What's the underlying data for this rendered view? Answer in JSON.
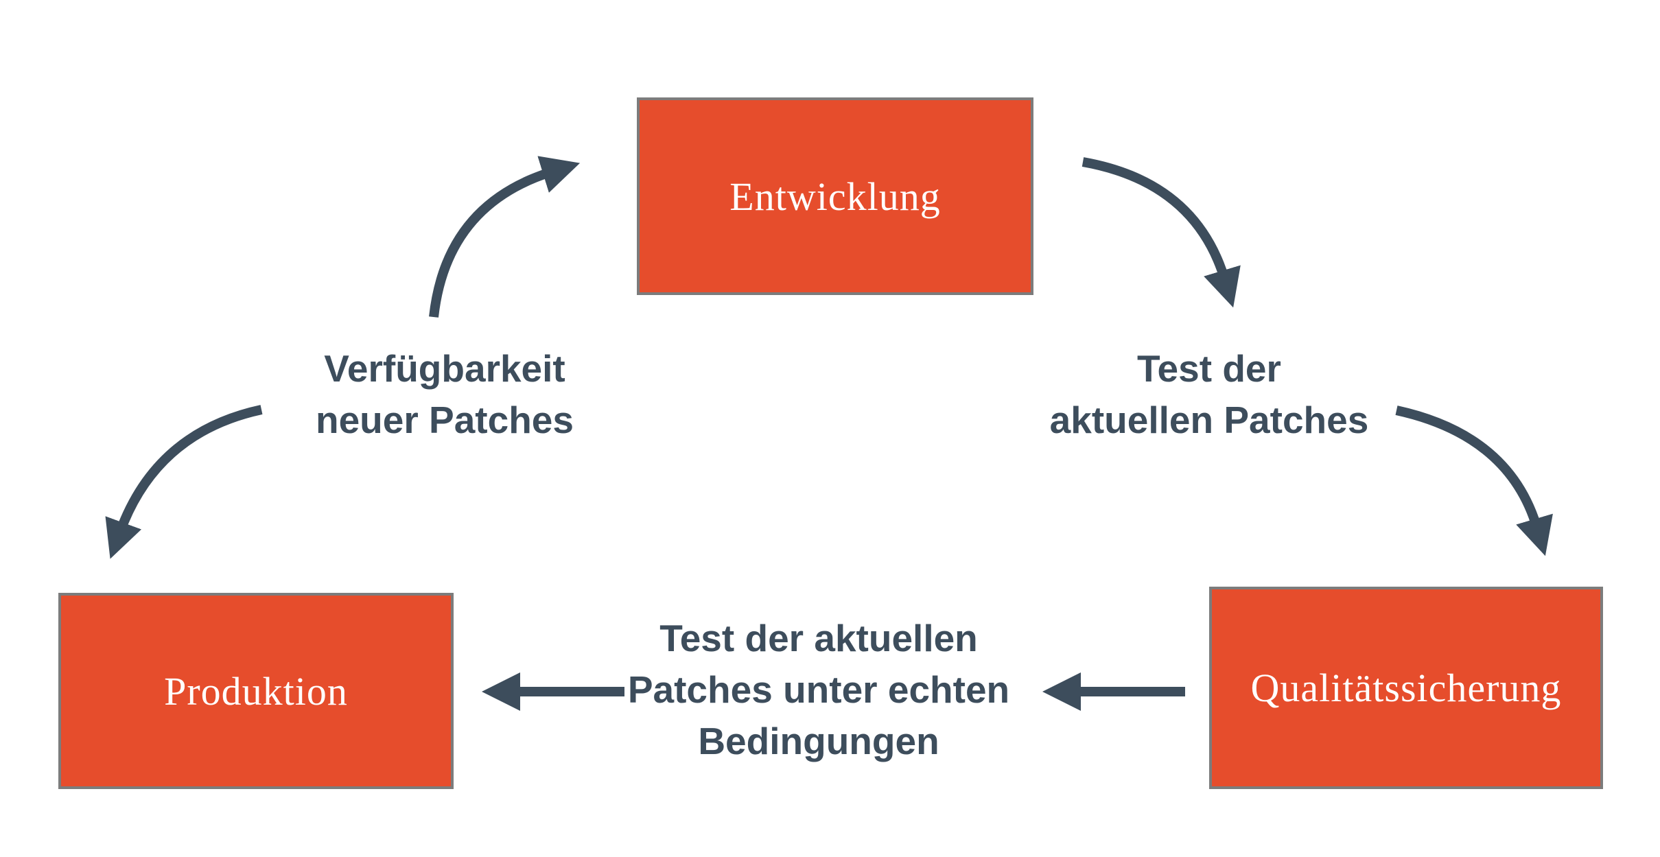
{
  "diagram": {
    "type": "cycle-flowchart",
    "language": "de"
  },
  "colors": {
    "background": "#FFFFFF",
    "node_fill": "#E64D2C",
    "node_border": "#7C7C7C",
    "node_text": "#FFFFFF",
    "arrow": "#3D4D5C"
  },
  "nodes": {
    "development": {
      "label": "Entwicklung"
    },
    "qa": {
      "label": "Qualitätssicherung"
    },
    "production": {
      "label": "Produktion"
    }
  },
  "edges": {
    "production_to_development": {
      "line1": "Verfügbarkeit",
      "line2": "neuer Patches"
    },
    "development_to_qa": {
      "line1": "Test der",
      "line2": "aktuellen Patches"
    },
    "qa_to_production": {
      "line1": "Test der aktuellen",
      "line2": "Patches unter echten",
      "line3": "Bedingungen"
    }
  }
}
